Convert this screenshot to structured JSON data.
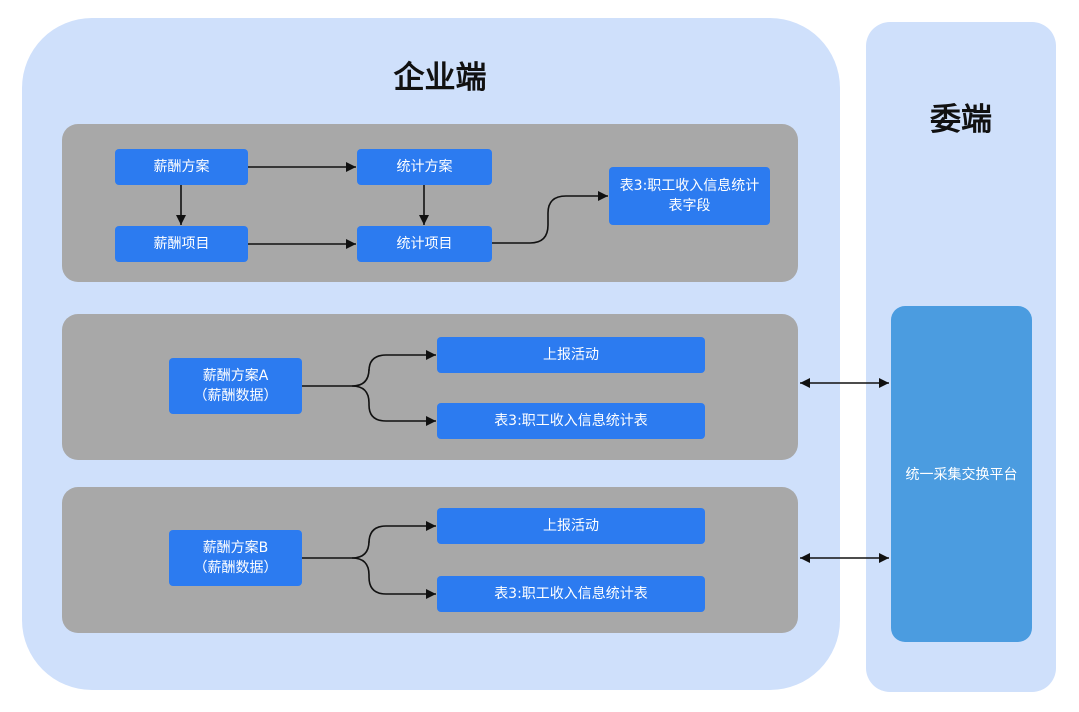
{
  "enterprise": {
    "title": "企业端",
    "group1": {
      "salary_plan": "薪酬方案",
      "salary_item": "薪酬项目",
      "stat_plan": "统计方案",
      "stat_item": "统计项目",
      "table_field_line1": "表3:职工收入信息统计",
      "table_field_line2": "表字段"
    },
    "group2": {
      "plan_line1": "薪酬方案A",
      "plan_line2": "（薪酬数据）",
      "report": "上报活动",
      "table": "表3:职工收入信息统计表"
    },
    "group3": {
      "plan_line1": "薪酬方案B",
      "plan_line2": "（薪酬数据）",
      "report": "上报活动",
      "table": "表3:职工收入信息统计表"
    }
  },
  "committee": {
    "title": "委端",
    "platform": "统一采集交换平台"
  },
  "colors": {
    "panel_bg": "#cfe0fb",
    "group_bg": "#a8a8a8",
    "box_blue": "#2c7bf0",
    "platform_blue": "#4b9ce0"
  }
}
